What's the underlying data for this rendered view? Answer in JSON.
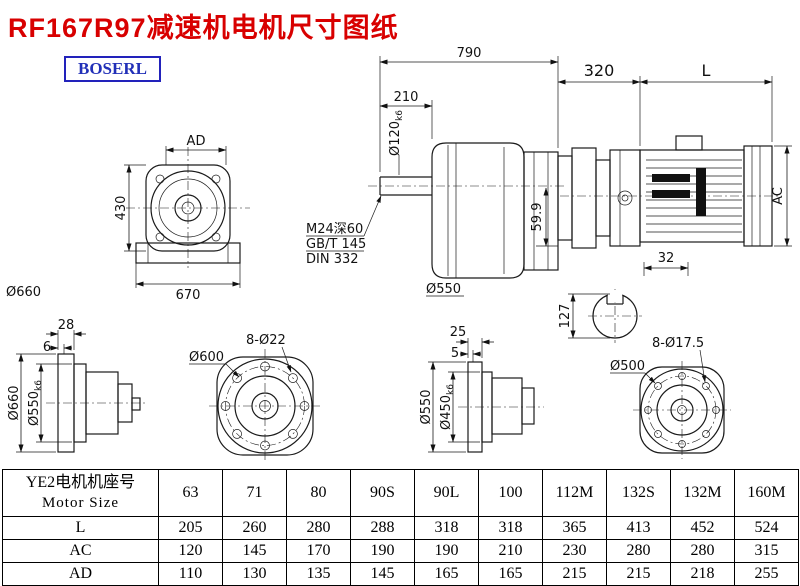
{
  "page": {
    "title": "RF167R97减速机电机尺寸图纸",
    "brand": "BOSERL"
  },
  "drawing": {
    "overall": {
      "dim_total_length": "790",
      "dim_adapter_length": "320",
      "dim_motor_length": "L",
      "dim_motor_width": "AC"
    },
    "front_view": {
      "dim_ad": "AD",
      "dim_height": "430",
      "dim_width": "670",
      "dia_flange": "Ø660"
    },
    "main_view": {
      "dim_shaft_length": "210",
      "shaft_dia": "Ø120",
      "shaft_tol": "k6",
      "tap_note": "M24深60",
      "std_gb": "GB/T 145",
      "std_din": "DIN 332",
      "dim_599": "59.9",
      "dia_output_flange": "Ø550"
    },
    "shaft_section": {
      "dim_key": "32",
      "dim_dia": "127"
    },
    "flange1_side": {
      "dim_thickness": "28",
      "dim_step": "6",
      "dia_outer": "Ø660",
      "dia_spigot": "Ø550",
      "spigot_tol": "k6"
    },
    "flange1_face": {
      "dia_outer": "Ø600",
      "bolt_note": "8-Ø22"
    },
    "flange2_side": {
      "dim_thickness": "25",
      "dim_step": "5",
      "dia_outer": "Ø550",
      "dia_spigot": "Ø450",
      "spigot_tol": "k6"
    },
    "flange2_face": {
      "dia_outer": "Ø500",
      "bolt_note": "8-Ø17.5"
    }
  },
  "table": {
    "row_header_cn": "YE2电机机座号",
    "row_header_en": "Motor Size",
    "sizes": [
      "63",
      "71",
      "80",
      "90S",
      "90L",
      "100",
      "112M",
      "132S",
      "132M",
      "160M"
    ],
    "rows": [
      {
        "label": "L",
        "values": [
          "205",
          "260",
          "280",
          "288",
          "318",
          "318",
          "365",
          "413",
          "452",
          "524"
        ]
      },
      {
        "label": "AC",
        "values": [
          "120",
          "145",
          "170",
          "190",
          "190",
          "210",
          "230",
          "280",
          "280",
          "315"
        ]
      },
      {
        "label": "AD",
        "values": [
          "110",
          "130",
          "135",
          "145",
          "165",
          "165",
          "215",
          "215",
          "218",
          "255"
        ]
      }
    ]
  }
}
